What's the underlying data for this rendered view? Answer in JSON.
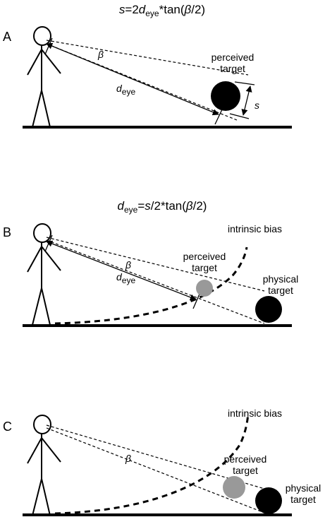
{
  "equations": {
    "a": {
      "v1": "s",
      "op1": "=2",
      "v2": "d",
      "sub": "eye",
      "op2": "*tan(",
      "v3": "β",
      "op3": "/2)"
    },
    "b": {
      "v1": "d",
      "sub": "eye",
      "op1": "=",
      "v2": "s",
      "op2": "/2*tan(",
      "v3": "β",
      "op3": "/2)"
    }
  },
  "panels": {
    "a": {
      "letter": "A",
      "beta": "β",
      "d": "d",
      "d_sub": "eye",
      "s": "s",
      "perceived_line1": "perceived",
      "perceived_line2": "target"
    },
    "b": {
      "letter": "B",
      "beta": "β",
      "d": "d",
      "d_sub": "eye",
      "bias": "intrinsic bias",
      "perceived_line1": "perceived",
      "perceived_line2": "target",
      "physical_line1": "physical",
      "physical_line2": "target"
    },
    "c": {
      "letter": "C",
      "beta": "β",
      "bias": "intrinsic bias",
      "perceived_line1": "perceived",
      "perceived_line2": "target",
      "physical_line1": "physical",
      "physical_line2": "target"
    }
  },
  "colors": {
    "physical_target": "#000000",
    "perceived_target_gray": "#999999"
  }
}
